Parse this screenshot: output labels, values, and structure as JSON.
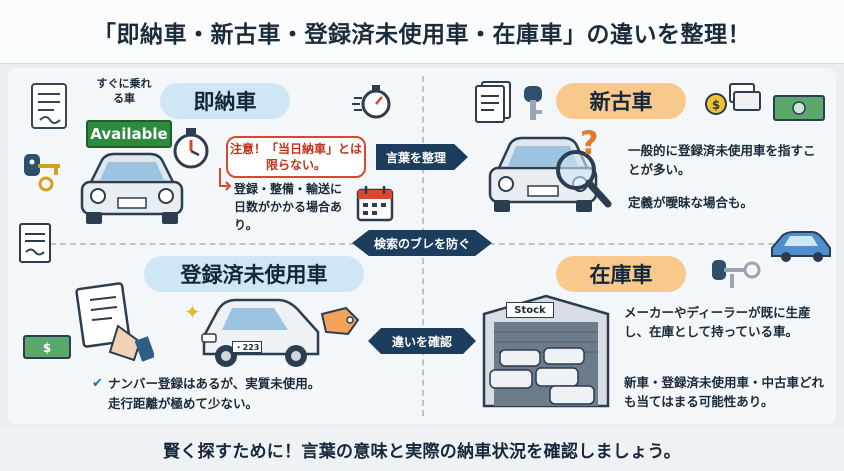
{
  "title": "「即納車・新古車・登録済未使用車・在庫車」の違いを整理！",
  "sections": {
    "sokunosha": {
      "label": "即納車",
      "tag": "すぐに乗れる車",
      "sign": "Available",
      "callout": "注意！「当日納車」とは限らない。",
      "note": "登録・整備・輸送に日数がかかる場合あり。"
    },
    "shinkosha": {
      "label": "新古車",
      "desc1": "一般的に登録済未使用車を指すことが多い。",
      "desc2": "定義が曖昧な場合も。"
    },
    "tourokuzumi": {
      "label": "登録済未使用車",
      "plate": "・223",
      "note1": "ナンバー登録はあるが、実質未使用。",
      "note2": "走行距離が極めて少ない。"
    },
    "zaikosha": {
      "label": "在庫車",
      "stock_sign": "Stock",
      "desc1": "メーカーやディーラーが既に生産し、在庫として持っている車。",
      "desc2": "新車・登録済未使用車・中古車どれも当てはまる可能性あり。"
    }
  },
  "arrows": {
    "top": "言葉を整理",
    "middle": "検索のブレを防ぐ",
    "bottom": "違いを確認"
  },
  "footer": "賢く探すために！言葉の意味と実際の納車状況を確認しましょう。",
  "icons": {
    "check": "✔",
    "question": "?",
    "sparkle": "✦"
  },
  "colors": {
    "navy": "#1c3d5e",
    "orange_pill": "#f8c98a",
    "blue_pill": "#cfe6f5",
    "warning_red": "#d8482e",
    "sign_green": "#2e8b3e"
  }
}
